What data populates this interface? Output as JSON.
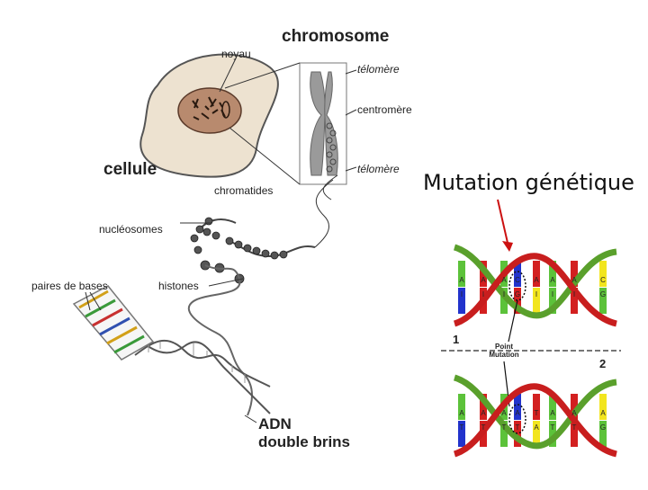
{
  "labels": {
    "chromosome": "chromosome",
    "noyau": "noyau",
    "telomere_top": "télomère",
    "centromere": "centromère",
    "telomere_bottom": "télomère",
    "cellule": "cellule",
    "chromatides": "chromatides",
    "nucleosomes": "nucléosomes",
    "paires_de_bases": "paires de bases",
    "histones": "histones",
    "adn_line1": "ADN",
    "adn_line2": "double brins"
  },
  "mutation": {
    "title": "Mutation génétique",
    "panel1_number": "1",
    "panel2_number": "2",
    "point_line1": "Point",
    "point_line2": "Mutation",
    "top_strand_bases": [
      "A",
      "A",
      "A",
      "C",
      "A",
      "A",
      "A",
      "C"
    ],
    "bottom_strand_bases": [
      "I",
      "I",
      "I",
      "G",
      "I",
      "I",
      "I",
      "G"
    ],
    "mutant_top_bases": [
      "A",
      "A",
      "A",
      "A",
      "T",
      "A",
      "A",
      "A"
    ],
    "mutant_bottom_bases": [
      "T",
      "T",
      "T",
      "T",
      "A",
      "T",
      "T",
      "G"
    ],
    "highlight_original": [
      "C",
      "G"
    ],
    "highlight_mutant": [
      "A",
      "T"
    ]
  },
  "colors": {
    "cell": "#ede2d0",
    "nucleus": "#b88a6e",
    "chromosome": "#9a9a9a",
    "arrow_red": "#cc1111",
    "strand_green": "#5aa02c",
    "strand_red": "#c81e1e",
    "base_green": "#5cc23a",
    "base_red": "#d32020",
    "base_yellow": "#f2e51e",
    "base_blue": "#2233cc"
  }
}
